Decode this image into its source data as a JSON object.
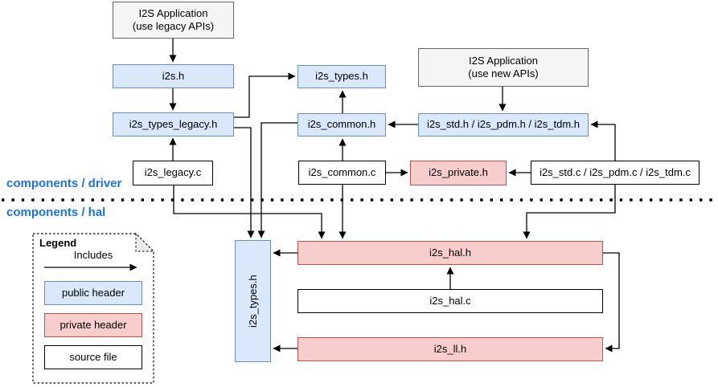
{
  "diagram": {
    "section_labels": {
      "driver": "components / driver",
      "hal": "components / hal"
    },
    "nodes": {
      "app_legacy": {
        "line1": "I2S Application",
        "line2": "(use legacy APIs)"
      },
      "app_new": {
        "line1": "I2S Application",
        "line2": "(use new APIs)"
      },
      "i2s_h": "i2s.h",
      "i2s_types_legacy_h": "i2s_types_legacy.h",
      "i2s_legacy_c": "i2s_legacy.c",
      "i2s_types_h_driver": "i2s_types.h",
      "i2s_common_h": "i2s_common.h",
      "i2s_common_c": "i2s_common.c",
      "i2s_private_h": "i2s_private.h",
      "i2s_std_pdm_tdm_h": "i2s_std.h / i2s_pdm.h / i2s_tdm.h",
      "i2s_std_pdm_tdm_c": "i2s_std.c / i2s_pdm.c / i2s_tdm.c",
      "i2s_types_h_hal": "i2s_types.h",
      "i2s_hal_h": "i2s_hal.h",
      "i2s_hal_c": "i2s_hal.c",
      "i2s_ll_h": "i2s_ll.h"
    },
    "legend": {
      "title": "Legend",
      "includes_label": "Includes",
      "public_header": "public header",
      "private_header": "private header",
      "source_file": "source file"
    },
    "colors": {
      "public_header_fill": "#dae8fc",
      "public_header_border": "#6c8ebf",
      "private_header_fill": "#f8cecc",
      "private_header_border": "#b85450",
      "application_fill": "#f5f5f5",
      "application_border": "#666666",
      "source_file_fill": "#ffffff",
      "source_file_border": "#000000",
      "section_label_text": "#1a73e8",
      "connector": "#000000"
    }
  }
}
